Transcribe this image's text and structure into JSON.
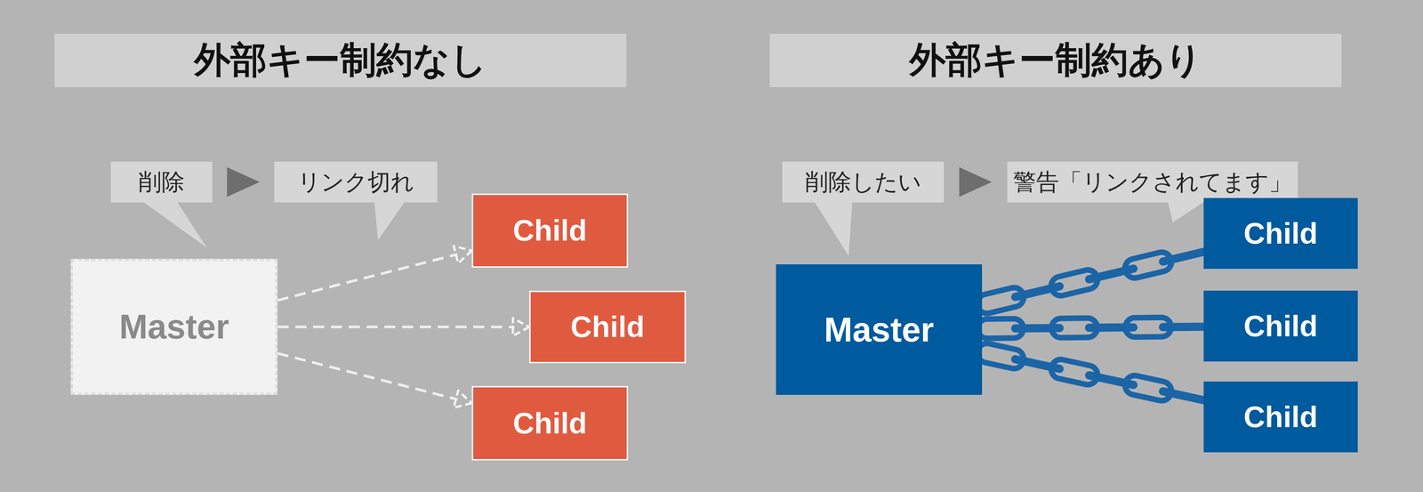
{
  "diagram": {
    "nodes": [
      {
        "text": [
          "外部キー制約なし"
        ]
      },
      {
        "text": [
          "削除"
        ]
      },
      {
        "text": [
          "リンク切れ"
        ]
      },
      {
        "text": [
          "Master"
        ]
      },
      {
        "text": [
          "Child"
        ]
      },
      {
        "text": [
          "Child"
        ]
      },
      {
        "text": [
          "Child"
        ]
      },
      {
        "text": [
          "外部キー制約あり"
        ]
      },
      {
        "text": [
          "削除したい"
        ]
      },
      {
        "text": [
          "警告「リンクされてます」"
        ]
      },
      {
        "text": [
          "Master"
        ]
      },
      {
        "text": [
          "Child"
        ]
      },
      {
        "text": [
          "Child"
        ]
      },
      {
        "text": [
          "Child"
        ]
      }
    ],
    "edges": [
      {
        "from": 1,
        "to": 2,
        "arrow": "to"
      },
      {
        "from": 3,
        "to": 4,
        "arrow": "to"
      },
      {
        "from": 3,
        "to": 5,
        "arrow": "to"
      },
      {
        "from": 3,
        "to": 6,
        "arrow": "to"
      },
      {
        "from": 8,
        "to": 9,
        "arrow": "to"
      },
      {
        "from": 10,
        "to": 11,
        "arrow": "none"
      },
      {
        "from": 10,
        "to": 12,
        "arrow": "none"
      },
      {
        "from": 10,
        "to": 13,
        "arrow": "none"
      }
    ]
  }
}
